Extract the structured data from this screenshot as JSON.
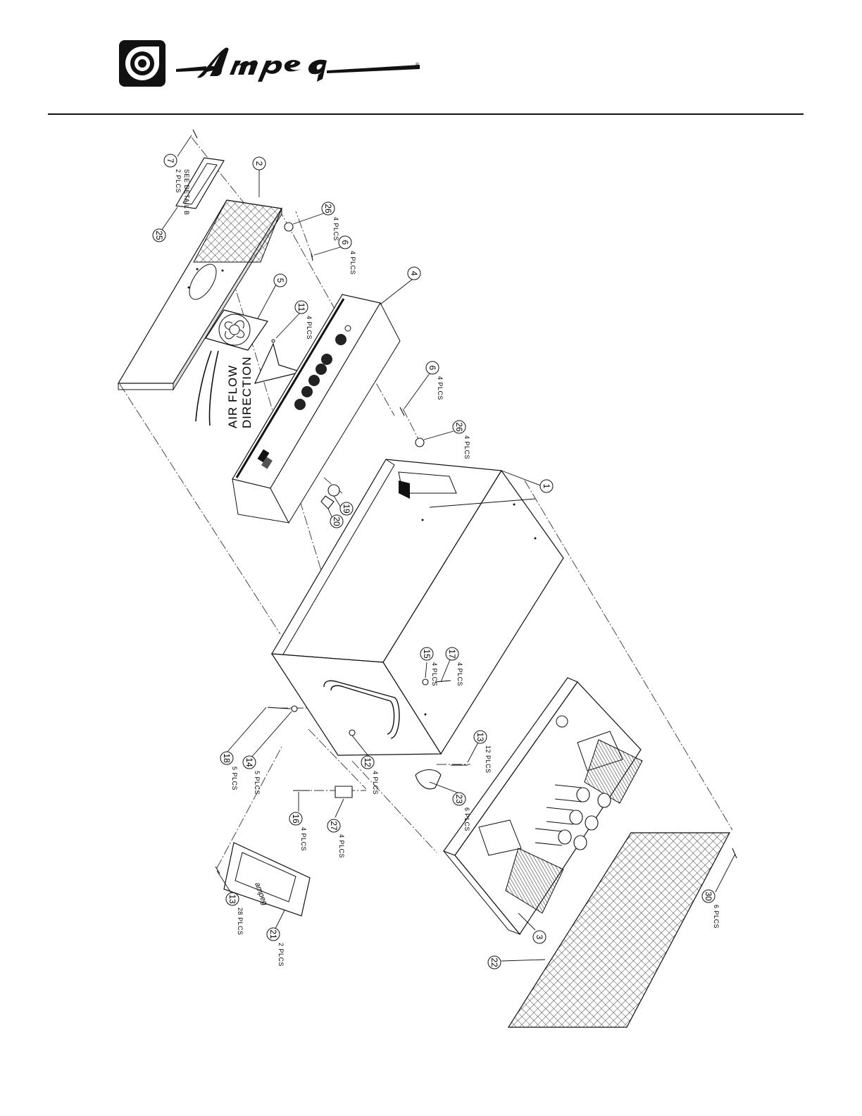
{
  "brand": {
    "name": "Ampeg",
    "registered": "®"
  },
  "diagram": {
    "callouts": [
      {
        "id": "c7",
        "num": "7",
        "qty": "2 PLCS",
        "note": "SEE DETAIL B"
      },
      {
        "id": "c2",
        "num": "2",
        "qty": ""
      },
      {
        "id": "c25",
        "num": "25",
        "qty": ""
      },
      {
        "id": "c26a",
        "num": "26",
        "qty": "4 PLCS"
      },
      {
        "id": "c6a",
        "num": "6",
        "qty": "4 PLCS"
      },
      {
        "id": "c5",
        "num": "5",
        "qty": ""
      },
      {
        "id": "c11",
        "num": "11",
        "qty": "4 PLCS"
      },
      {
        "id": "c4",
        "num": "4",
        "qty": ""
      },
      {
        "id": "c6b",
        "num": "6",
        "qty": "4 PLCS"
      },
      {
        "id": "c26b",
        "num": "26",
        "qty": "4 PLCS"
      },
      {
        "id": "c1",
        "num": "1",
        "qty": ""
      },
      {
        "id": "c19",
        "num": "19",
        "qty": ""
      },
      {
        "id": "c20",
        "num": "20",
        "qty": ""
      },
      {
        "id": "c15",
        "num": "15",
        "qty": "4 PLCS"
      },
      {
        "id": "c17",
        "num": "17",
        "qty": "4 PLCS"
      },
      {
        "id": "c18",
        "num": "18",
        "qty": "5 PLCS"
      },
      {
        "id": "c14",
        "num": "14",
        "qty": "5 PLCS"
      },
      {
        "id": "c12",
        "num": "12",
        "qty": "4 PLCS"
      },
      {
        "id": "c13a",
        "num": "13",
        "qty": "12 PLCS"
      },
      {
        "id": "c23",
        "num": "23",
        "qty": "6 PLCS"
      },
      {
        "id": "c16",
        "num": "16",
        "qty": "4 PLCS"
      },
      {
        "id": "c27",
        "num": "27",
        "qty": "4 PLCS"
      },
      {
        "id": "c13b",
        "num": "13",
        "qty": "28 PLCS"
      },
      {
        "id": "c21",
        "num": "21",
        "qty": "2 PLCS"
      },
      {
        "id": "c3",
        "num": "3",
        "qty": ""
      },
      {
        "id": "c22",
        "num": "22",
        "qty": ""
      },
      {
        "id": "c30",
        "num": "30",
        "qty": "6 PLCS"
      }
    ],
    "airflow": {
      "line1": "AIR FLOW",
      "line2": "DIRECTION"
    },
    "handle_badge": "ampeg"
  }
}
